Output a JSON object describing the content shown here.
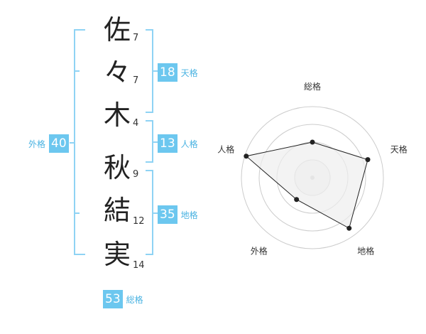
{
  "name": {
    "characters": [
      {
        "char": "佐",
        "strokes": "7"
      },
      {
        "char": "々",
        "strokes": "7"
      },
      {
        "char": "木",
        "strokes": "4"
      },
      {
        "char": "秋",
        "strokes": "9"
      },
      {
        "char": "結",
        "strokes": "12"
      },
      {
        "char": "実",
        "strokes": "14"
      }
    ]
  },
  "kaku": {
    "tenkaku": {
      "value": "18",
      "label": "天格"
    },
    "jinkaku": {
      "value": "13",
      "label": "人格"
    },
    "chikaku": {
      "value": "35",
      "label": "地格"
    },
    "gaikaku": {
      "value": "40",
      "label": "外格"
    },
    "soukaku": {
      "value": "53",
      "label": "総格"
    }
  },
  "colors": {
    "accent": "#6cc7ef",
    "accent_text": "#4ab3e2",
    "bracket": "#8fd3f4",
    "radar_fill": "#eeeeee",
    "radar_stroke": "#222222",
    "grid": "#cccccc"
  },
  "chart_data": {
    "type": "radar",
    "axes": [
      "総格",
      "天格",
      "地格",
      "外格",
      "人格"
    ],
    "values": [
      0.5,
      0.82,
      0.88,
      0.38,
      0.98
    ],
    "range": [
      0,
      1
    ],
    "rings": 4
  }
}
